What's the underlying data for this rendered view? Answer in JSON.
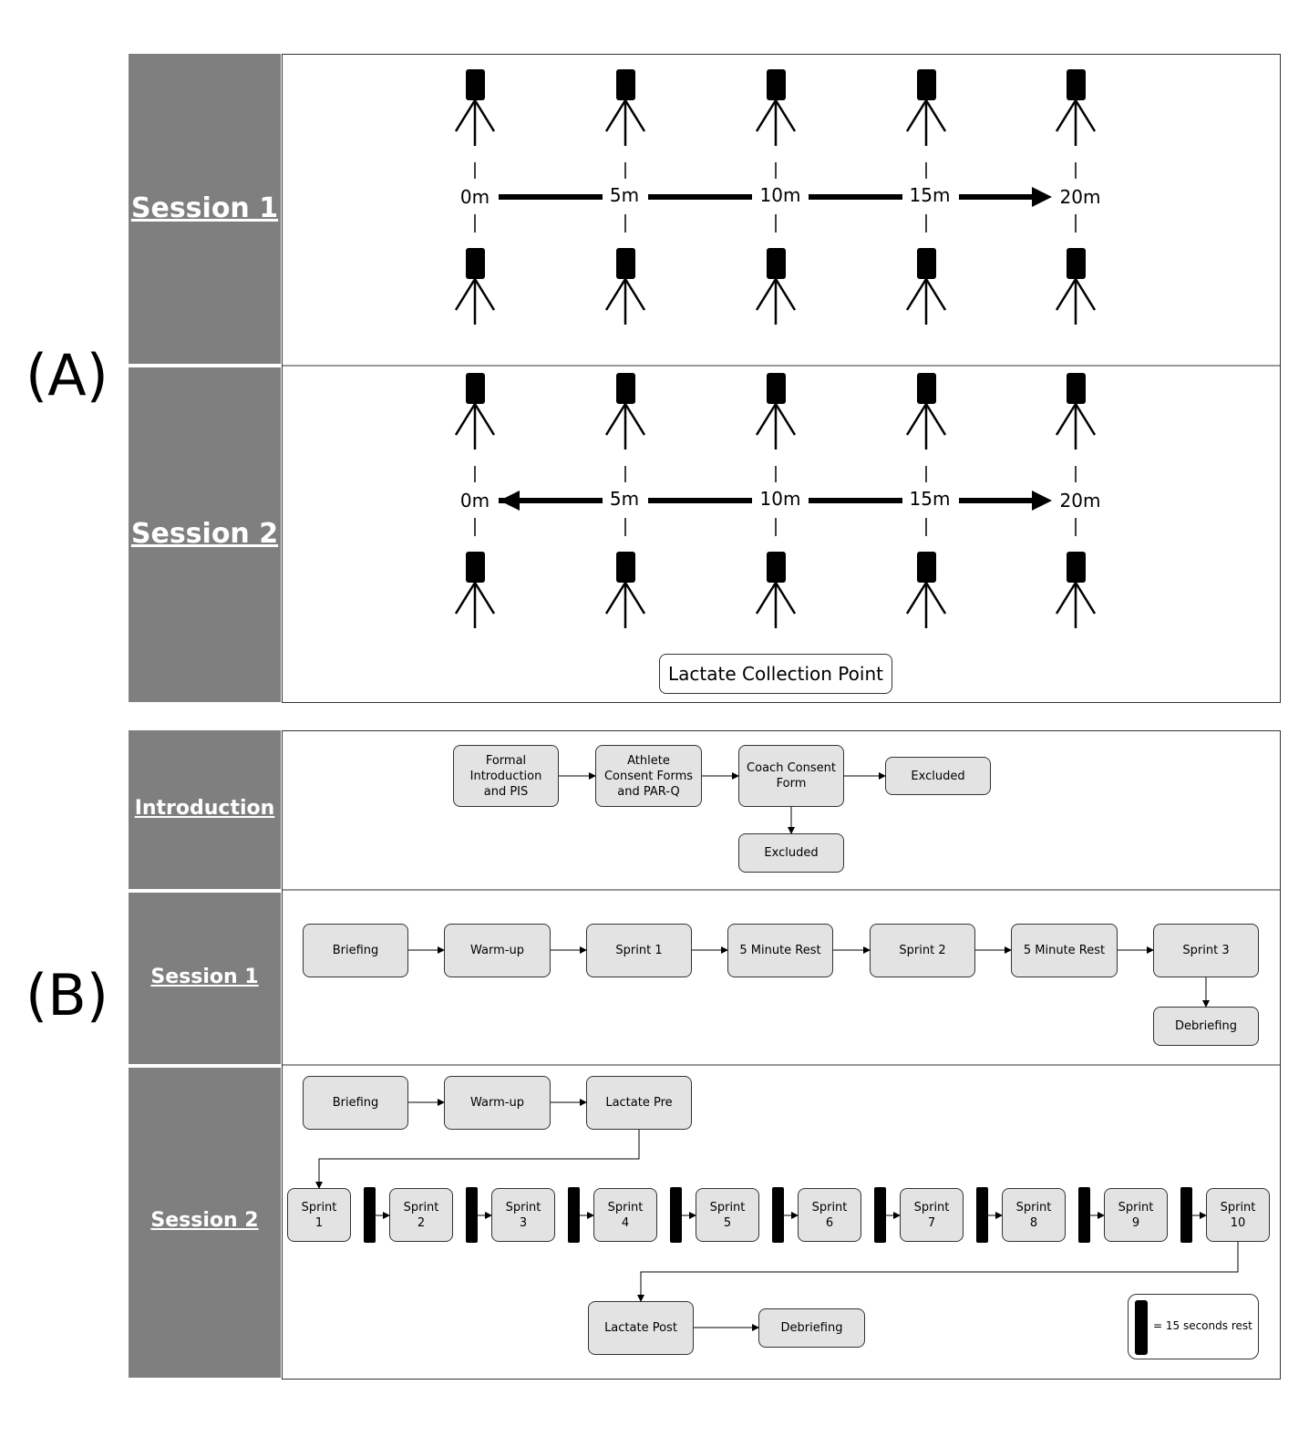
{
  "panel_a": {
    "label": "(A)",
    "rows": [
      {
        "title": "Session 1",
        "distances": [
          "0m",
          "5m",
          "10m",
          "15m",
          "20m"
        ],
        "direction": "forward"
      },
      {
        "title": "Session 2",
        "distances": [
          "0m",
          "5m",
          "10m",
          "15m",
          "20m"
        ],
        "direction": "both"
      }
    ],
    "lactate_point": "Lactate Collection Point",
    "icon": "tripod-camera-icon"
  },
  "panel_b": {
    "label": "(B)",
    "introduction": {
      "title": "Introduction",
      "steps": [
        "Formal\nIntroduction\nand PIS",
        "Athlete\nConsent Forms\nand PAR-Q",
        "Coach Consent\nForm"
      ],
      "excluded_right": "Excluded",
      "excluded_below": "Excluded"
    },
    "session1": {
      "title": "Session 1",
      "steps": [
        "Briefing",
        "Warm-up",
        "Sprint 1",
        "5 Minute Rest",
        "Sprint 2",
        "5 Minute Rest",
        "Sprint 3"
      ],
      "final": "Debriefing"
    },
    "session2": {
      "title": "Session 2",
      "pre_steps": [
        "Briefing",
        "Warm-up",
        "Lactate Pre"
      ],
      "sprints": [
        "Sprint\n1",
        "Sprint\n2",
        "Sprint\n3",
        "Sprint\n4",
        "Sprint\n5",
        "Sprint\n6",
        "Sprint\n7",
        "Sprint\n8",
        "Sprint\n9",
        "Sprint\n10"
      ],
      "post_steps": [
        "Lactate Post",
        "Debriefing"
      ],
      "legend": "= 15 seconds rest"
    }
  },
  "colors": {
    "sidebar": "#7f7f7f",
    "box_fill": "#e3e3e3",
    "rest_bar": "#000000"
  }
}
